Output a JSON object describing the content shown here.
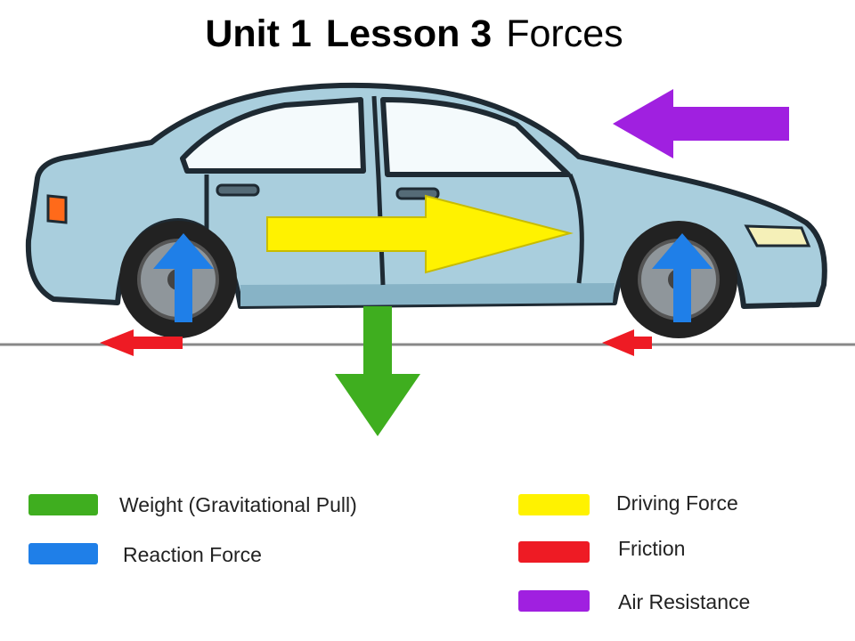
{
  "title": {
    "unit": "Unit 1",
    "lesson": "Lesson 3",
    "topic": "Forces"
  },
  "colors": {
    "weight": "#3fae1f",
    "reaction": "#1f7fe8",
    "driving": "#fff200",
    "friction": "#ee1b24",
    "air_resistance": "#a020e0",
    "car_body": "#a9cedd",
    "ground": "#888888"
  },
  "legend": [
    {
      "label": "Weight (Gravitational Pull)",
      "color": "#3fae1f"
    },
    {
      "label": "Reaction Force",
      "color": "#1f7fe8"
    },
    {
      "label": "Driving Force",
      "color": "#fff200"
    },
    {
      "label": "Friction",
      "color": "#ee1b24"
    },
    {
      "label": "Air Resistance",
      "color": "#a020e0"
    }
  ]
}
